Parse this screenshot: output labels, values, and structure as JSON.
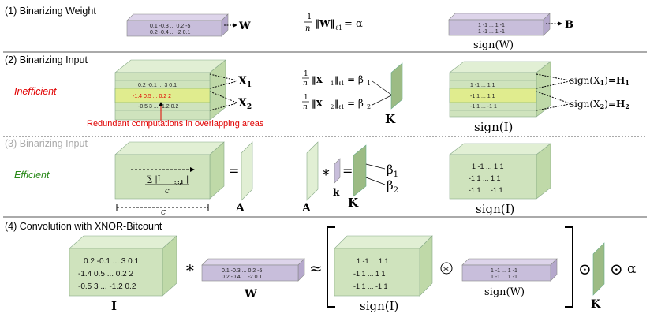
{
  "sections": {
    "s1": "(1)  Binarizing Weight",
    "s2": "(2) Binarizing Input",
    "s3": "(3) Binarizing Input",
    "s4": "(4) Convolution with XNOR-Bitcount"
  },
  "labels": {
    "inefficient": "Inefficient",
    "efficient": "Efficient",
    "redundant": "Redundant computations in overlapping areas",
    "W": "W",
    "B": "B",
    "signW": "sign(W)",
    "alpha_eq": "= α",
    "X1": "X",
    "X2": "X",
    "sub1": "1",
    "sub2": "2",
    "beta1_eq": "= β",
    "beta2_eq": "= β",
    "K": "K",
    "signI": "sign(I)",
    "signX1": "sign(X",
    "signX2": "sign(X",
    "H1": "=H",
    "H2": "=H",
    "A": "A",
    "k": "k",
    "beta1": "β",
    "beta2": "β",
    "c": "c",
    "I": "I",
    "star": "∗",
    "approx": "≈",
    "equals": "=",
    "odot": "⊙",
    "alpha": "α",
    "frac_one": "1",
    "frac_n": "n",
    "normW": "‖W‖",
    "normX1": "‖X",
    "normX2": "‖X",
    "norm_close": "‖",
    "l1": "ℓ1",
    "sum_num": "∑ |I",
    "sum_sub": ":,:,i",
    "sum_close": "|"
  },
  "matrices": {
    "W_row1": "0.1  -0.3  ...  0.2  -5",
    "W_row2": "0.2  -0.4  ...  -2  0.1",
    "B_row1": "1  -1  ...  1  -1",
    "B_row2": "1  -1  ...  1  -1",
    "I2_row1": "0.2  -0.1  ...  3  0.1",
    "I2_row2": "-1.4  0.5  ...  0.2    2",
    "I2_row3": "-0.5  3  ...  -1.2  0.2",
    "S2_row1": "1  -1  ...  1  1",
    "S2_row2": "-1  1  ...  1  1",
    "S2_row3": "-1  1  ...  -1  1",
    "S3_row1": "1  -1  ...  1  1",
    "S3_row2": "-1  1  ...  1  1",
    "S3_row3": "-1  1  ...  -1  1",
    "I4_row1": "0.2  -0.1  ...  3  0.1",
    "I4_row2": "-1.4  0.5  ...  0.2    2",
    "I4_row3": "-0.5  3  ...  -1.2  0.2",
    "W4_row1": "0.1  -0.3  ...  0.2  -5",
    "W4_row2": "0.2  -0.4  ...  -2  0.1",
    "S4_row1": "1  -1  ...  1  1",
    "S4_row2": "-1  1  ...  1  1",
    "S4_row3": "-1  1  ...  -1  1",
    "SW4_row1": "1  -1  ...  1  -1",
    "SW4_row2": "1  -1  ...  1  -1"
  },
  "colors": {
    "weight": "#c8bedb",
    "input": "#cfe3bd",
    "kernel": "#9cbb84",
    "highlight": "#e0ec8e",
    "red": "#e00000",
    "green": "#2a8a1a"
  }
}
